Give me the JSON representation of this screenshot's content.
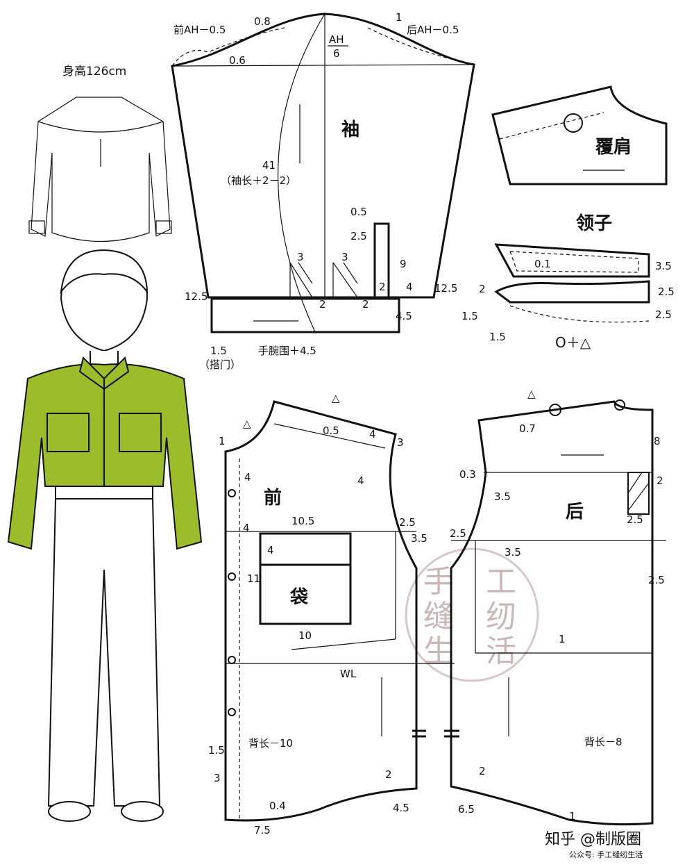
{
  "height_note": "身高126cm",
  "sleeve": {
    "name": "袖",
    "front_ah": "前AH－0.5",
    "back_ah": "后AH－0.5",
    "v08": "0.8",
    "v1": "1",
    "v06": "0.6",
    "ah": "AH",
    "ah_div": "6",
    "length": "41",
    "length_formula": "（袖长＋2－2）",
    "placket_top": "0.5",
    "placket_25": "2.5",
    "placket_9": "9",
    "pleat1": "3",
    "pleat2": "3",
    "pleat_gap1": "2",
    "pleat_gap2": "2",
    "pleat_gap3": "2",
    "side_4": "4",
    "left_125": "12.5",
    "right_125": "12.5",
    "cuff_45": "4.5",
    "cuff_15": "1.5",
    "cuff_overlap": "（搭门）",
    "cuff_formula": "手腕围＋4.5"
  },
  "yoke": {
    "name": "覆肩"
  },
  "collar": {
    "name": "领子",
    "v01": "0.1",
    "v35": "3.5",
    "v25a": "2.5",
    "v25b": "2.5",
    "v2": "2",
    "v15a": "1.5",
    "v15b": "1.5",
    "formula": "O＋△"
  },
  "front": {
    "name": "前",
    "neck_mark": "△",
    "shoulder_05": "0.5",
    "shoulder_4": "4",
    "shoulder_3": "3",
    "armhole_4": "4",
    "top_1": "1",
    "placket_4a": "4",
    "placket_4b": "4",
    "pocket_width": "10.5",
    "flap_4": "4",
    "pocket_11": "11",
    "pocket_name": "袋",
    "pocket_10": "10",
    "armhole_25": "2.5",
    "armhole_35": "3.5",
    "waistline": "WL",
    "length_formula": "背长－10",
    "hem_15": "1.5",
    "hem_3": "3",
    "hem_2": "2",
    "hem_04": "0.4",
    "hem_45": "4.5",
    "hem_75": "7.5"
  },
  "back": {
    "name": "后",
    "neck_mark": "△",
    "v07": "0.7",
    "v8": "8",
    "v03": "0.3",
    "v2": "2",
    "v35a": "3.5",
    "v25a": "2.5",
    "v25b": "2.5",
    "v35b": "3.5",
    "v25c": "2.5",
    "v1": "1",
    "length_formula": "背长－8",
    "hem_2": "2",
    "hem_65": "6.5",
    "hem_1": "1"
  },
  "watermark": {
    "seal": "手工缝纫生活",
    "seal_chars": [
      "手",
      "工",
      "缝",
      "纫",
      "生",
      "活"
    ],
    "zhihu": "知乎 @制版圈",
    "official": "公众号: 手工缝纫生活"
  },
  "colors": {
    "shirt": "#9cbc2c",
    "line": "#111111"
  }
}
